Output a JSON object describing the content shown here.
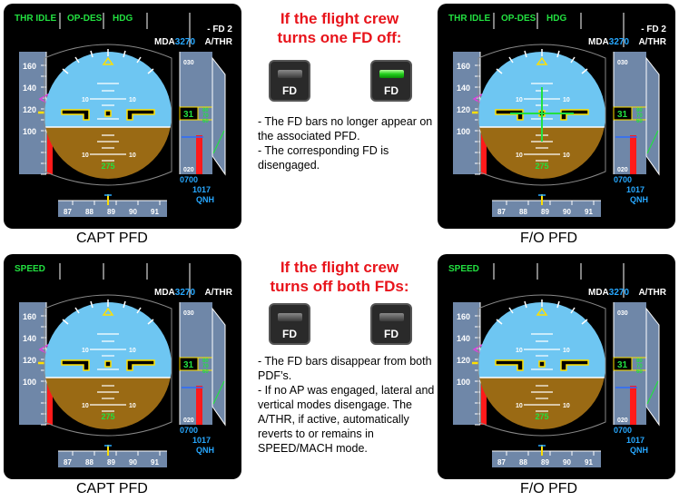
{
  "panels": [
    {
      "fma": [
        "THR IDLE",
        "OP-DES",
        "HDG"
      ],
      "mda_label": "MDA",
      "mda_value": "3270",
      "fd_status": "- FD 2",
      "athr": "A/THR",
      "fd_bars": false,
      "caption": "CAPT PFD"
    },
    {
      "fma": [
        "THR IDLE",
        "OP-DES",
        "HDG"
      ],
      "mda_label": "MDA",
      "mda_value": "3270",
      "fd_status": "- FD 2",
      "athr": "A/THR",
      "fd_bars": true,
      "caption": "F/O PFD"
    },
    {
      "fma": [
        "SPEED",
        "",
        ""
      ],
      "mda_label": "MDA",
      "mda_value": "3270",
      "fd_status": "",
      "athr": "A/THR",
      "fd_bars": false,
      "caption": "CAPT PFD"
    },
    {
      "fma": [
        "SPEED",
        "",
        ""
      ],
      "mda_label": "MDA",
      "mda_value": "3270",
      "fd_status": "",
      "athr": "A/THR",
      "fd_bars": false,
      "caption": "F/O PFD"
    }
  ],
  "pfd_common": {
    "speed_ticks": [
      "160",
      "140",
      "120",
      "100"
    ],
    "pitch_labels": [
      "10",
      "10",
      "10",
      "10"
    ],
    "pitch_target": "275",
    "alt_top": "030",
    "alt_bottom": "020",
    "alt_current": "31",
    "alt_right": [
      "80",
      "70",
      "60"
    ],
    "baro_left": "0700",
    "baro_value": "1017",
    "baro_unit": "QNH",
    "heading_ticks": [
      "87",
      "88",
      "89",
      "90",
      "91"
    ]
  },
  "section1": {
    "heading_line1": "If the flight crew",
    "heading_line2": "turns one FD off:",
    "buttons": [
      {
        "label": "FD",
        "lit": false
      },
      {
        "label": "FD",
        "lit": true
      }
    ],
    "bullets": [
      "- The FD bars no longer appear on the associated PFD.",
      "- The corresponding FD is disengaged."
    ]
  },
  "section2": {
    "heading_line1": "If the flight crew",
    "heading_line2": "turns off both FDs:",
    "buttons": [
      {
        "label": "FD",
        "lit": false
      },
      {
        "label": "FD",
        "lit": false
      }
    ],
    "bullets": [
      "- The FD bars disappear from both PDF’s.",
      "- If no AP was engaged, lateral and vertical modes disengage. The A/THR, if active, automatically reverts to or remains in SPEED/MACH mode."
    ]
  },
  "colors": {
    "sky": "#6ec6f2",
    "ground": "#9a6a14",
    "fma_green": "#22e040",
    "heading_red": "#e8141b",
    "tape": "#6f87a8",
    "baro_cyan": "#27a8ff"
  }
}
